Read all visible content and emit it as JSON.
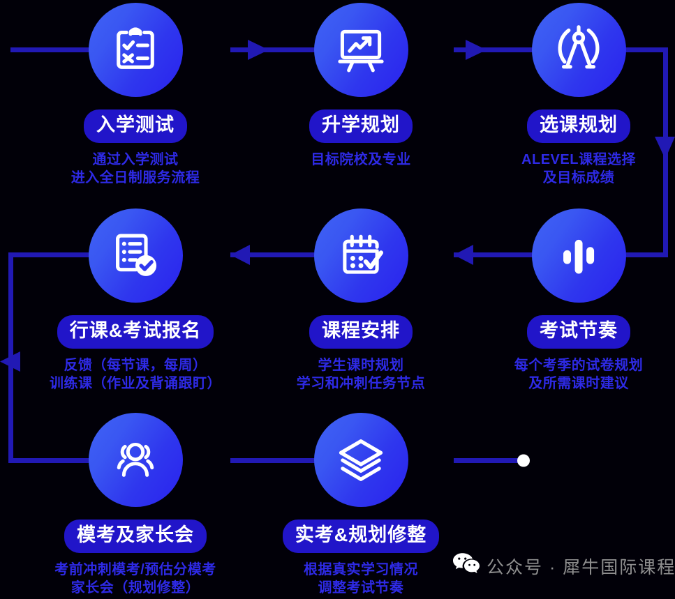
{
  "theme": {
    "background": "#000000",
    "circle_gradient_from": "#3f63f5",
    "circle_gradient_to": "#2a22ef",
    "pill_bg": "#2115c9",
    "pill_text": "#ffffff",
    "desc_text": "#2e2ae6",
    "wire": "#2119b4",
    "dot": "#ffffff",
    "watermark_text": "#8f8f8f"
  },
  "flow": {
    "steps": [
      {
        "id": "step-1",
        "icon": "clipboard-checklist-icon",
        "title": "入学测试",
        "desc_lines": [
          "通过入学测试",
          "进入全日制服务流程"
        ]
      },
      {
        "id": "step-2",
        "icon": "presentation-chart-icon",
        "title": "升学规划",
        "desc_lines": [
          "目标院校及专业"
        ]
      },
      {
        "id": "step-3",
        "icon": "compass-divider-icon",
        "title": "选课规划",
        "desc_lines": [
          "ALEVEL课程选择",
          "及目标成绩"
        ]
      },
      {
        "id": "step-4",
        "icon": "exam-rhythm-bars-icon",
        "title": "考试节奏",
        "desc_lines": [
          "每个考季的试卷规划",
          "及所需课时建议"
        ]
      },
      {
        "id": "step-5",
        "icon": "calendar-check-icon",
        "title": "课程安排",
        "desc_lines": [
          "学生课时规划",
          "学习和冲刺任务节点"
        ]
      },
      {
        "id": "step-6",
        "icon": "document-check-icon",
        "title": "行课&考试报名",
        "desc_lines": [
          "反馈（每节课，每周）",
          "训练课（作业及背诵跟盯）"
        ]
      },
      {
        "id": "step-7",
        "icon": "people-group-icon",
        "title": "模考及家长会",
        "desc_lines": [
          "考前冲刺模考/预估分模考",
          "家长会（规划修整）"
        ]
      },
      {
        "id": "step-8",
        "icon": "layers-stack-icon",
        "title": "实考&规划修整",
        "desc_lines": [
          "根据真实学习情况",
          "调整考试节奏"
        ]
      }
    ]
  },
  "watermark": {
    "icon": "wechat-icon",
    "text": "公众号 · 犀牛国际课程"
  }
}
